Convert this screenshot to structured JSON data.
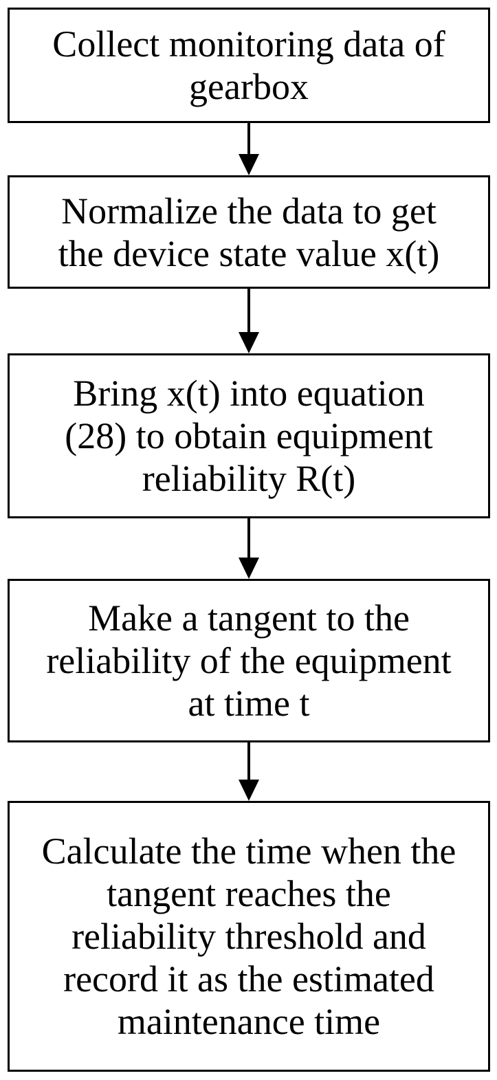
{
  "steps": [
    {
      "lines": [
        "Collect monitoring data of",
        "gearbox"
      ]
    },
    {
      "lines": [
        "Normalize the data to get",
        "the device state value x(t)"
      ]
    },
    {
      "lines": [
        "Bring x(t) into equation",
        "(28) to obtain equipment",
        "reliability R(t)"
      ]
    },
    {
      "lines": [
        "Make a tangent to the",
        "reliability of the equipment",
        "at time t"
      ]
    },
    {
      "lines": [
        "Calculate the time when the",
        "tangent reaches the",
        "reliability threshold and",
        "record it as the estimated",
        "maintenance time"
      ]
    }
  ]
}
